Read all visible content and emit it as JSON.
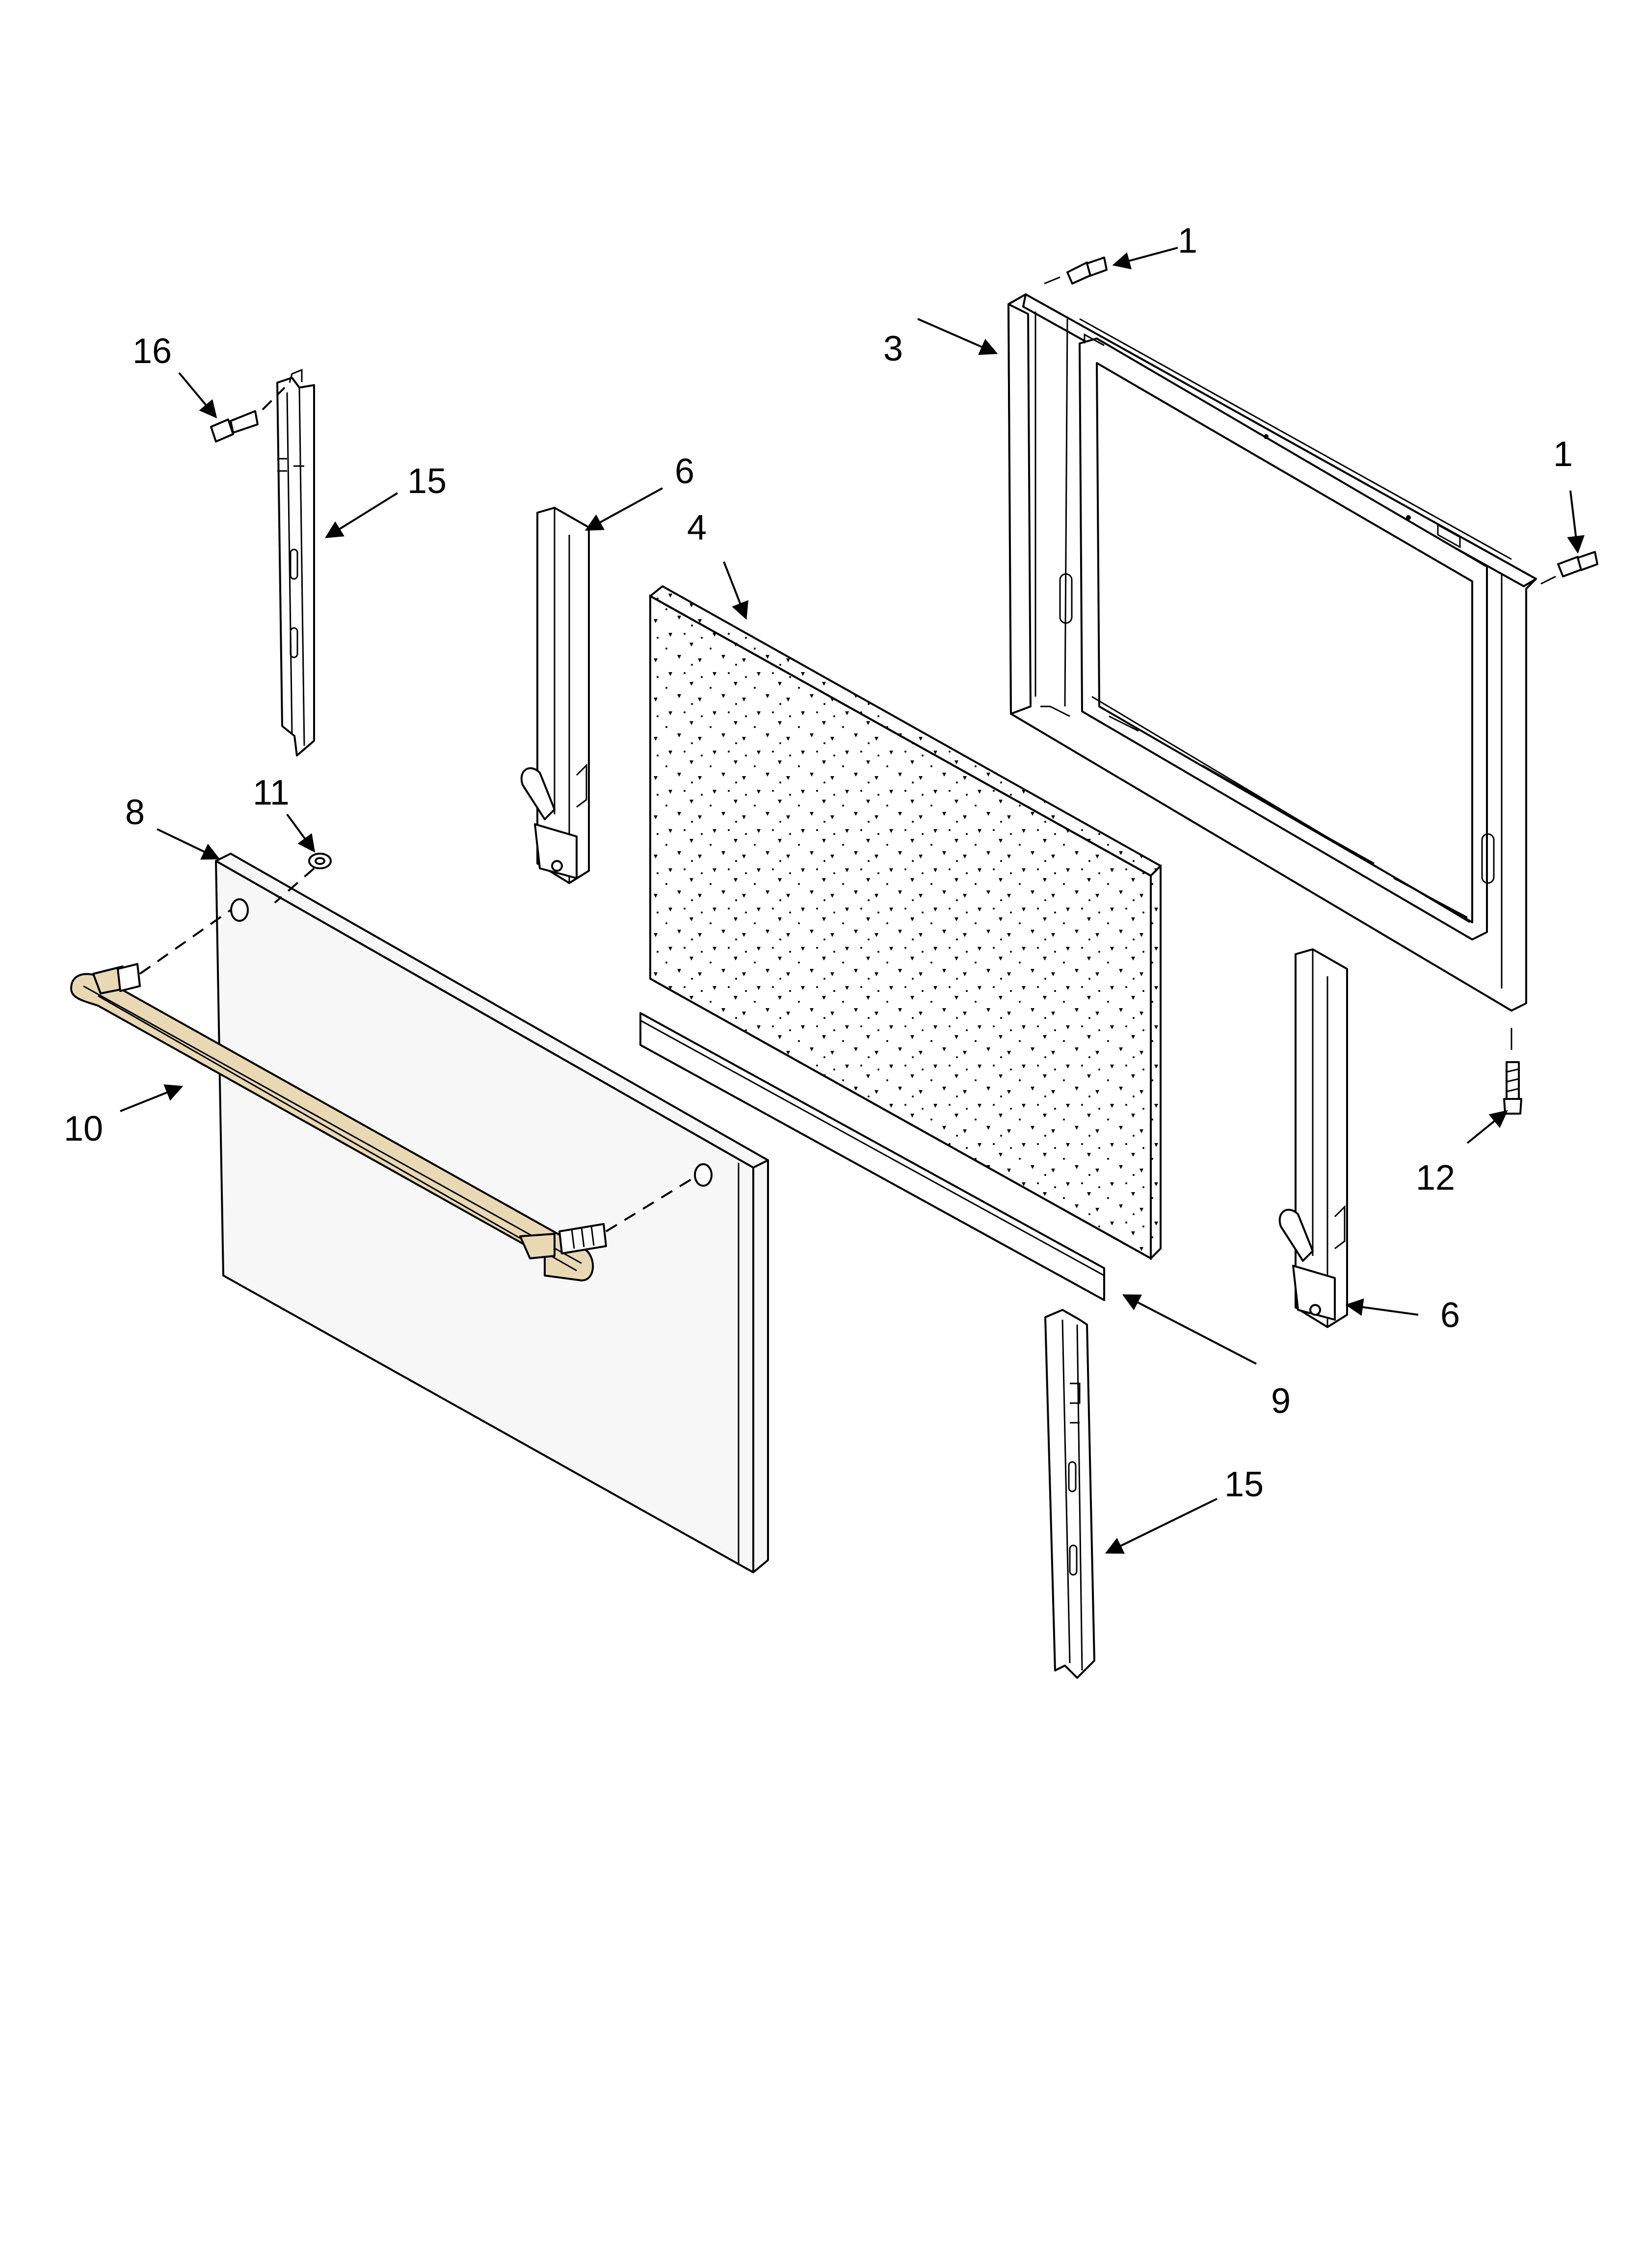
{
  "diagram": {
    "colors": {
      "line": "#000000",
      "background": "#ffffff",
      "handle_fill": "#e8d9b4",
      "insulation_dots": "#000000"
    },
    "callouts": [
      {
        "id": "c1a",
        "label": "1",
        "part": "screw"
      },
      {
        "id": "c1b",
        "label": "1",
        "part": "screw"
      },
      {
        "id": "c3",
        "label": "3",
        "part": "inner door frame"
      },
      {
        "id": "c4",
        "label": "4",
        "part": "insulation"
      },
      {
        "id": "c6a",
        "label": "6",
        "part": "hinge"
      },
      {
        "id": "c6b",
        "label": "6",
        "part": "hinge"
      },
      {
        "id": "c8",
        "label": "8",
        "part": "outer door panel"
      },
      {
        "id": "c9",
        "label": "9",
        "part": "strip"
      },
      {
        "id": "c10",
        "label": "10",
        "part": "handle"
      },
      {
        "id": "c11",
        "label": "11",
        "part": "washer"
      },
      {
        "id": "c12",
        "label": "12",
        "part": "screw"
      },
      {
        "id": "c15a",
        "label": "15",
        "part": "side trim"
      },
      {
        "id": "c15b",
        "label": "15",
        "part": "side trim"
      },
      {
        "id": "c16",
        "label": "16",
        "part": "screw"
      }
    ]
  }
}
